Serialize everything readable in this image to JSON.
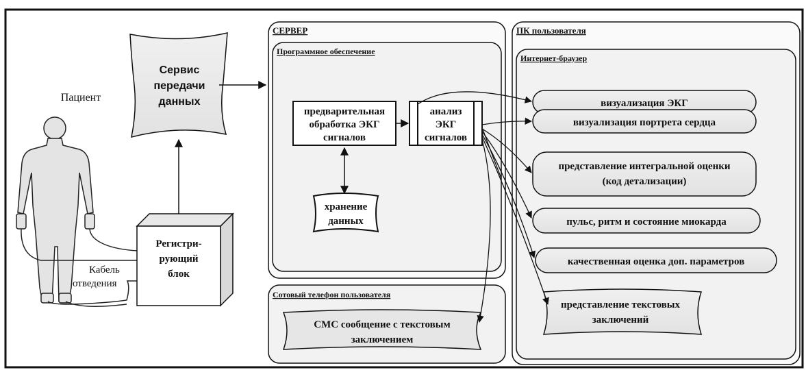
{
  "patient": {
    "label": "Пациент"
  },
  "cable": {
    "line1": "Кабель",
    "line2": "отведения"
  },
  "registration": {
    "lines": [
      "Регистри-",
      "рующий",
      "блок"
    ]
  },
  "transmission": {
    "lines": [
      "Сервис",
      "передачи",
      "данных"
    ]
  },
  "server": {
    "title": "СЕРВЕР",
    "software": {
      "title": "Программное обеспечение",
      "preprocessing": {
        "lines": [
          "предварительная",
          "обработка ЭКГ",
          "сигналов"
        ]
      },
      "analysis": {
        "lines": [
          "анализ",
          "ЭКГ",
          "сигналов"
        ]
      },
      "storage": {
        "lines": [
          "хранение",
          "данных"
        ]
      }
    }
  },
  "phone": {
    "title": "Сотовый телефон пользователя",
    "sms": {
      "lines": [
        "СМС сообщение с  текстовым",
        "заключением"
      ]
    }
  },
  "pc": {
    "title": "ПК пользователя",
    "browser": {
      "title": "Интернет-браузер",
      "items": [
        {
          "lines": [
            "визуализация ЭКГ"
          ]
        },
        {
          "lines": [
            "визуализация портрета сердца"
          ]
        },
        {
          "lines": [
            "представление интегральной оценки",
            "(код детализации)"
          ]
        },
        {
          "lines": [
            "пульс, ритм и состояние миокарда"
          ]
        },
        {
          "lines": [
            "качественная оценка доп. параметров"
          ]
        },
        {
          "lines": [
            "представление текстовых",
            "заключений"
          ]
        }
      ]
    }
  },
  "colors": {
    "stroke": "#111111",
    "panel": "#f7f7f7",
    "box": "#ebebeb",
    "background": "#ffffff"
  }
}
